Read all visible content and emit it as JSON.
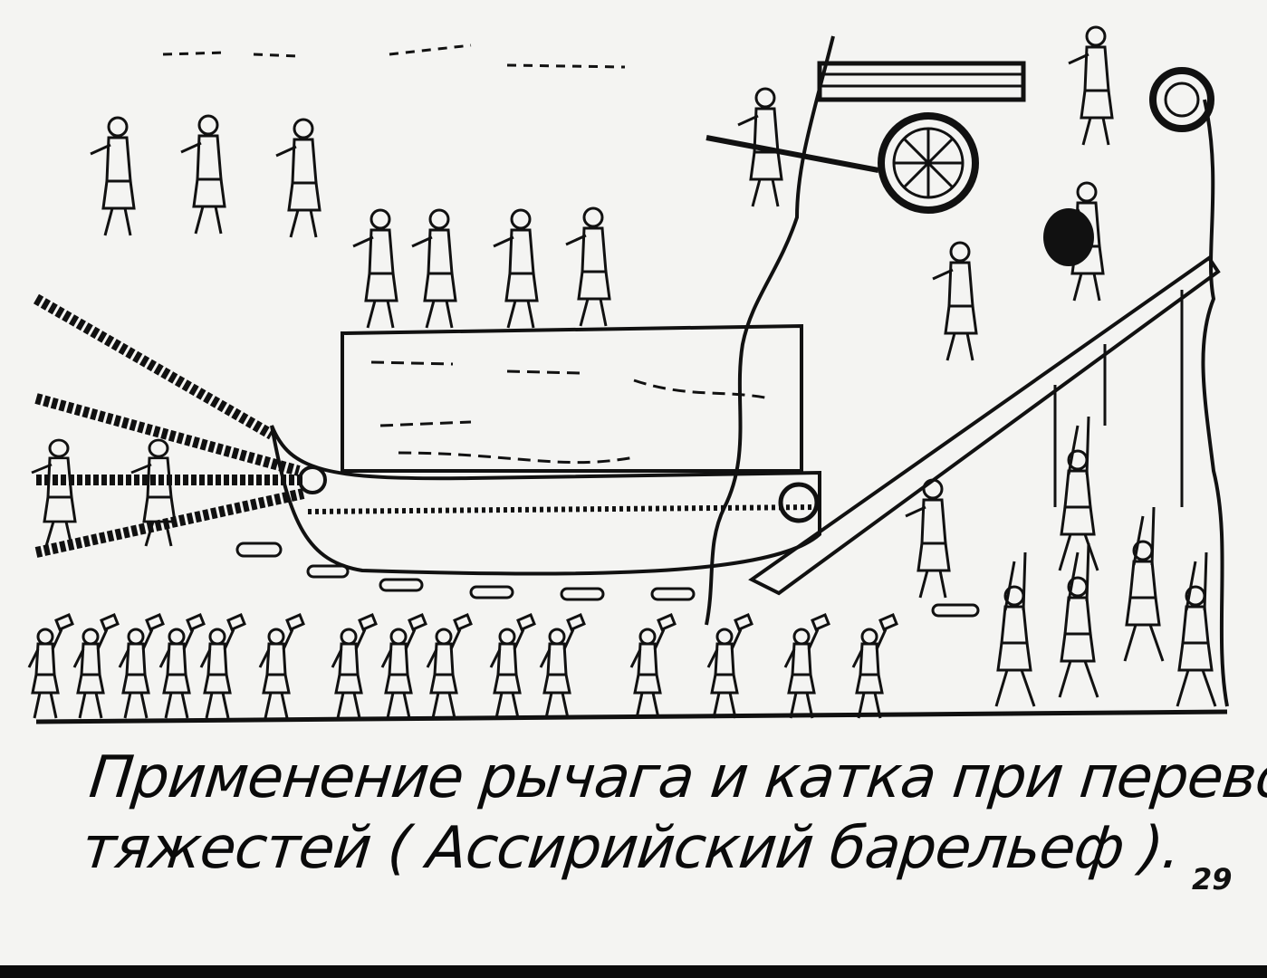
{
  "caption": {
    "line1": "Применение рычага и катка при перевозке",
    "line2": "тяжестей   ( Ассирийский барельеф )."
  },
  "page_number": "29",
  "colors": {
    "ink": "#0a0a0a",
    "paper": "#f4f4f2"
  }
}
